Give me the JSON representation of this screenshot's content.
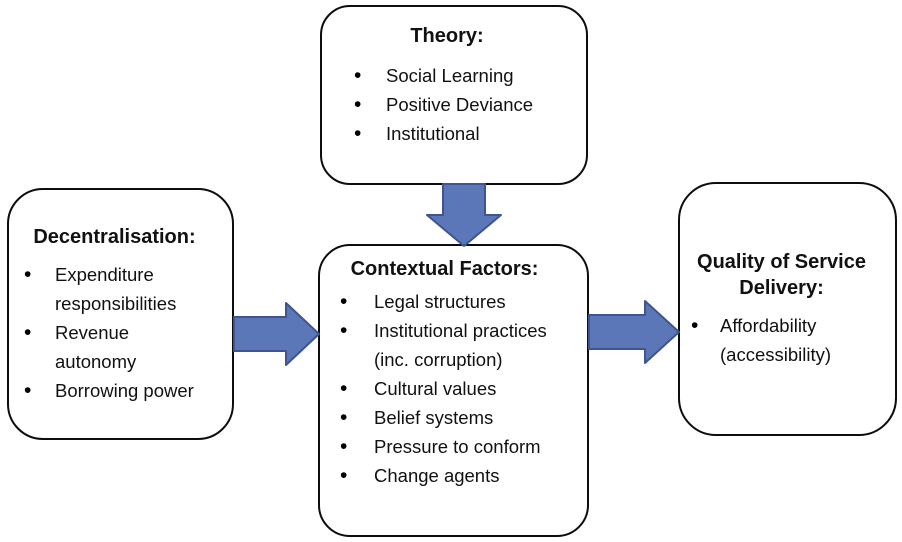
{
  "diagram": {
    "boxes": {
      "theory": {
        "title": "Theory:",
        "items": [
          "Social Learning",
          "Positive Deviance",
          "Institutional"
        ]
      },
      "decentralisation": {
        "title": "Decentralisation:",
        "items": [
          "Expenditure responsibilities",
          "Revenue autonomy",
          "Borrowing power"
        ]
      },
      "contextual": {
        "title": "Contextual Factors:",
        "items": [
          "Legal structures",
          "Institutional practices (inc. corruption)",
          "Cultural values",
          "Belief systems",
          "Pressure to conform",
          "Change agents"
        ]
      },
      "quality": {
        "title": "Quality of Service Delivery:",
        "items": [
          "Affordability (accessibility)"
        ]
      }
    },
    "arrows": {
      "theory_to_contextual": {
        "direction": "down"
      },
      "decentralisation_to_contextual": {
        "direction": "right"
      },
      "contextual_to_quality": {
        "direction": "right"
      }
    },
    "colors": {
      "arrow_fill": "#5B77B8",
      "arrow_stroke": "#3F5490",
      "box_border": "#0D0D0D",
      "background": "#FFFFFF"
    }
  }
}
